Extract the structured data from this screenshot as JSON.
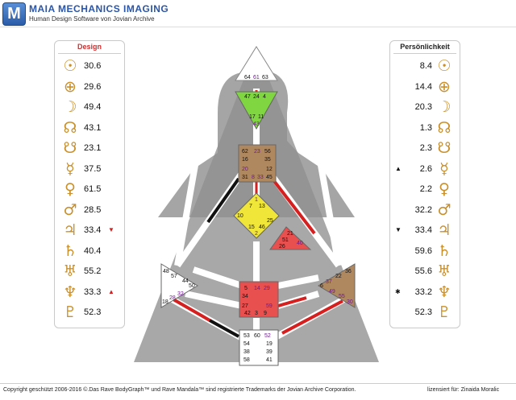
{
  "header": {
    "logo_letter": "M",
    "title": "MAIA MECHANICS IMAGING",
    "subtitle": "Human Design Software von Jovian Archive"
  },
  "design_panel": {
    "title": "Design",
    "title_color": "#d03030",
    "rows": [
      {
        "icon": "sun-icon",
        "glyph": "☉",
        "value": "30.6",
        "marker": ""
      },
      {
        "icon": "earth-icon",
        "glyph": "⊕",
        "value": "29.6",
        "marker": ""
      },
      {
        "icon": "moon-icon",
        "glyph": "☽",
        "value": "49.4",
        "marker": ""
      },
      {
        "icon": "north-node-icon",
        "glyph": "☊",
        "value": "43.1",
        "marker": ""
      },
      {
        "icon": "south-node-icon",
        "glyph": "☋",
        "value": "23.1",
        "marker": ""
      },
      {
        "icon": "mercury-icon",
        "glyph": "☿",
        "value": "37.5",
        "marker": ""
      },
      {
        "icon": "venus-icon",
        "glyph": "♀",
        "value": "61.5",
        "marker": ""
      },
      {
        "icon": "mars-icon",
        "glyph": "♂",
        "value": "28.5",
        "marker": ""
      },
      {
        "icon": "jupiter-icon",
        "glyph": "♃",
        "value": "33.4",
        "marker": "▼"
      },
      {
        "icon": "saturn-icon",
        "glyph": "♄",
        "value": "40.4",
        "marker": ""
      },
      {
        "icon": "uranus-icon",
        "glyph": "♅",
        "value": "55.2",
        "marker": ""
      },
      {
        "icon": "neptune-icon",
        "glyph": "♆",
        "value": "33.3",
        "marker": "▲"
      },
      {
        "icon": "pluto-icon",
        "glyph": "♇",
        "value": "52.3",
        "marker": ""
      }
    ]
  },
  "personality_panel": {
    "title": "Persönlichkeit",
    "title_color": "#222222",
    "rows": [
      {
        "icon": "sun-icon",
        "glyph": "☉",
        "value": "8.4",
        "marker": ""
      },
      {
        "icon": "earth-icon",
        "glyph": "⊕",
        "value": "14.4",
        "marker": ""
      },
      {
        "icon": "moon-icon",
        "glyph": "☽",
        "value": "20.3",
        "marker": ""
      },
      {
        "icon": "north-node-icon",
        "glyph": "☊",
        "value": "1.3",
        "marker": ""
      },
      {
        "icon": "south-node-icon",
        "glyph": "☋",
        "value": "2.3",
        "marker": ""
      },
      {
        "icon": "mercury-icon",
        "glyph": "☿",
        "value": "2.6",
        "marker": "▲"
      },
      {
        "icon": "venus-icon",
        "glyph": "♀",
        "value": "2.2",
        "marker": ""
      },
      {
        "icon": "mars-icon",
        "glyph": "♂",
        "value": "32.2",
        "marker": ""
      },
      {
        "icon": "jupiter-icon",
        "glyph": "♃",
        "value": "33.4",
        "marker": "▼"
      },
      {
        "icon": "saturn-icon",
        "glyph": "♄",
        "value": "59.6",
        "marker": ""
      },
      {
        "icon": "uranus-icon",
        "glyph": "♅",
        "value": "55.6",
        "marker": ""
      },
      {
        "icon": "neptune-icon",
        "glyph": "♆",
        "value": "33.2",
        "marker": "✱"
      },
      {
        "icon": "pluto-icon",
        "glyph": "♇",
        "value": "52.3",
        "marker": ""
      }
    ]
  },
  "bodygraph": {
    "head_gates": [
      "64",
      "61",
      "63"
    ],
    "ajna_gates": [
      "47",
      "24",
      "4",
      "17",
      "11",
      "43"
    ],
    "throat_gates": [
      "62",
      "23",
      "56",
      "16",
      "35",
      "20",
      "12",
      "31",
      "8",
      "33",
      "45"
    ],
    "g_gates": [
      "1",
      "7",
      "13",
      "10",
      "15",
      "46",
      "2",
      "25"
    ],
    "ego_gates": [
      "21",
      "51",
      "26",
      "40"
    ],
    "spleen_gates": [
      "48",
      "57",
      "44",
      "50",
      "32",
      "28",
      "18"
    ],
    "sacral_gates": [
      "5",
      "14",
      "29",
      "34",
      "27",
      "42",
      "3",
      "9",
      "59"
    ],
    "solar_gates": [
      "36",
      "22",
      "37",
      "6",
      "49",
      "55",
      "30"
    ],
    "root_gates": [
      "53",
      "60",
      "52",
      "54",
      "19",
      "38",
      "39",
      "58",
      "41"
    ],
    "colors": {
      "head": "#ffffff",
      "ajna": "#7fd640",
      "throat": "#b08860",
      "g": "#f0e63a",
      "ego": "#e85050",
      "spleen": "#ffffff",
      "sacral": "#e85050",
      "solar": "#b08860",
      "root": "#ffffff",
      "design_channel": "#d62020",
      "personality_channel": "#111111",
      "body": "#9a9a9a"
    }
  },
  "footer": {
    "copyright": "Copyright geschützt 2006-2016 ©.Das Rave BodyGraph™ und Rave Mandala™ sind registrierte Trademarks der Jovian Archive Corporation.",
    "license": "lizensiert für: Zinaida Moralic"
  }
}
